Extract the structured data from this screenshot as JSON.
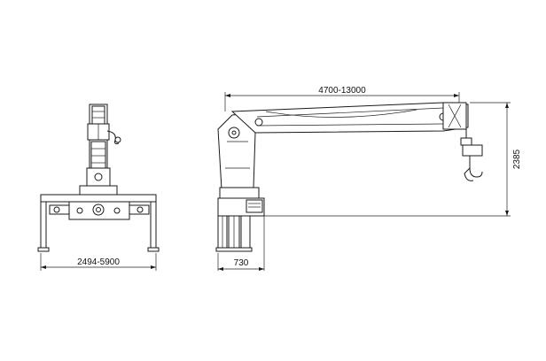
{
  "dimensions": {
    "front_width": "2494-5900",
    "boom_length": "4700-13000",
    "height": "2385",
    "base_depth": "730"
  },
  "colors": {
    "line": "#1a1a1a",
    "background": "#ffffff"
  }
}
